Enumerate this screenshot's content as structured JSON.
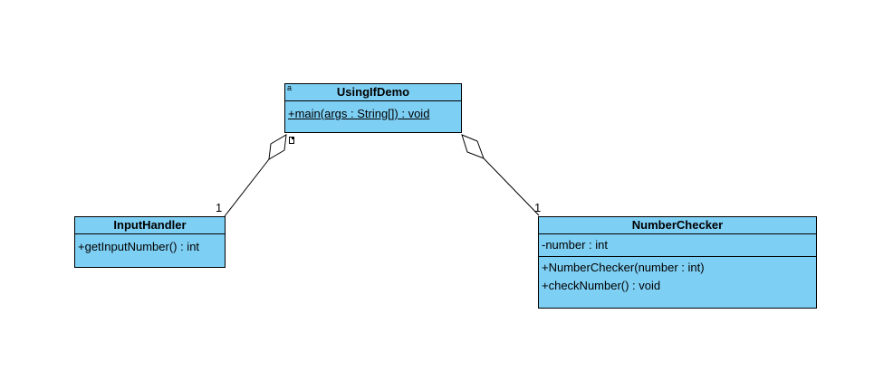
{
  "classes": {
    "using_if_demo": {
      "name": "UsingIfDemo",
      "stereotype_glyph": "a",
      "attributes": [],
      "operations": [
        {
          "text": "+main(args : String[]) : void",
          "static": true
        }
      ]
    },
    "input_handler": {
      "name": "InputHandler",
      "attributes": [],
      "operations": [
        {
          "text": "+getInputNumber() : int",
          "static": false
        }
      ]
    },
    "number_checker": {
      "name": "NumberChecker",
      "attributes": [
        {
          "text": "-number : int"
        }
      ],
      "operations": [
        {
          "text": "+NumberChecker(number : int)",
          "static": false
        },
        {
          "text": "+checkNumber() : void",
          "static": false
        }
      ]
    }
  },
  "associations": [
    {
      "from": "using_if_demo",
      "to": "input_handler",
      "kind": "aggregation",
      "multiplicity": "1"
    },
    {
      "from": "using_if_demo",
      "to": "number_checker",
      "kind": "aggregation",
      "multiplicity": "1"
    }
  ],
  "colors": {
    "class_fill": "#7ecff4",
    "border": "#000000",
    "diamond_fill": "#ffffff"
  }
}
